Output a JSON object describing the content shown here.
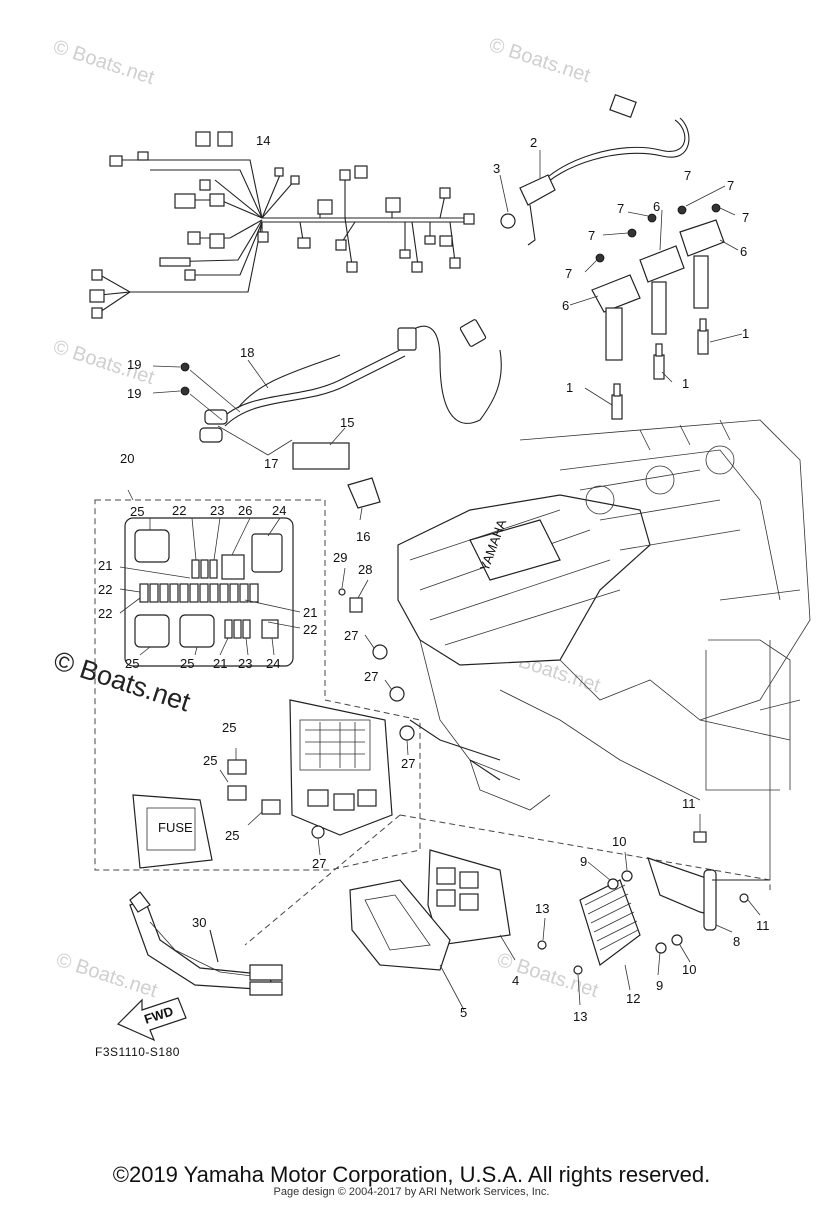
{
  "watermarks": {
    "small": "© Boats.net",
    "large": "© Boats.net"
  },
  "callouts": {
    "c1a": "1",
    "c1b": "1",
    "c1c": "1",
    "c2": "2",
    "c3": "3",
    "c4": "4",
    "c5": "5",
    "c6a": "6",
    "c6b": "6",
    "c6c": "6",
    "c7a": "7",
    "c7b": "7",
    "c7c": "7",
    "c7d": "7",
    "c7e": "7",
    "c8": "8",
    "c9a": "9",
    "c9b": "9",
    "c10a": "10",
    "c10b": "10",
    "c11a": "11",
    "c11b": "11",
    "c12": "12",
    "c13a": "13",
    "c13b": "13",
    "c14": "14",
    "c15": "15",
    "c16": "16",
    "c17": "17",
    "c18": "18",
    "c19a": "19",
    "c19b": "19",
    "c20": "20",
    "c21a": "21",
    "c21b": "21",
    "c21c": "21",
    "c22a": "22",
    "c22b": "22",
    "c22c": "22",
    "c22d": "22",
    "c23a": "23",
    "c23b": "23",
    "c24a": "24",
    "c24b": "24",
    "c25a": "25",
    "c25b": "25",
    "c25c": "25",
    "c25d": "25",
    "c25e": "25",
    "c25f": "25",
    "c26": "26",
    "c27a": "27",
    "c27b": "27",
    "c27c": "27",
    "c27d": "27",
    "c28": "28",
    "c29": "29",
    "c30": "30"
  },
  "labels": {
    "fuse_box": "FUSE",
    "fwd_arrow": "FWD",
    "engine_brand": "YAMAHA"
  },
  "diagram_code": "F3S1110-S180",
  "footer": {
    "copyright": "©2019 Yamaha Motor Corporation, U.S.A. All rights reserved.",
    "credit": "Page design © 2004-2017 by ARI Network Services, Inc."
  }
}
